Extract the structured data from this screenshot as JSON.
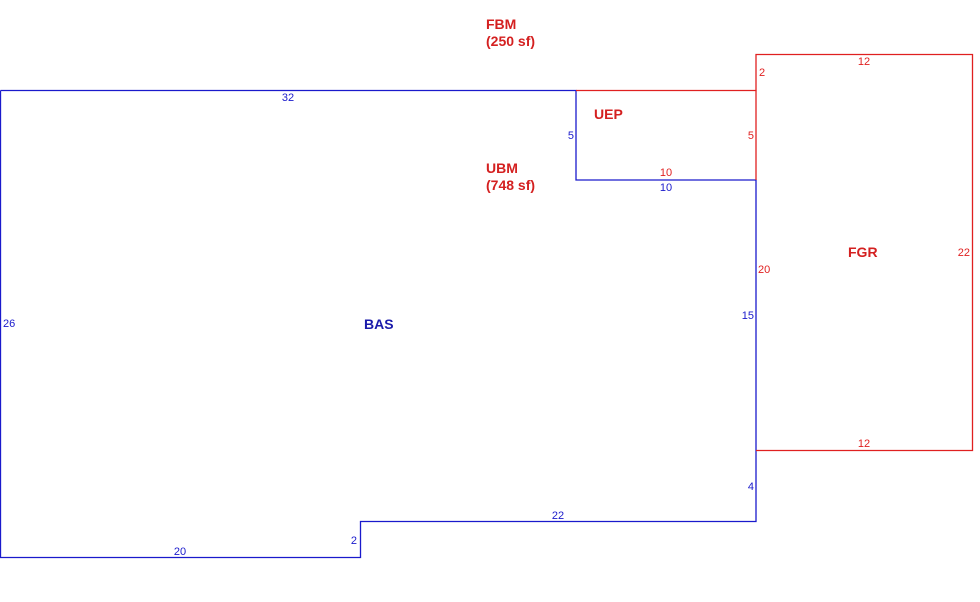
{
  "colors": {
    "blue": "#1a1acc",
    "red": "#e02020"
  },
  "areas": {
    "fbm": {
      "code": "FBM",
      "size": "(250 sf)"
    },
    "ubm": {
      "code": "UBM",
      "size": "(748 sf)"
    },
    "uep": {
      "code": "UEP"
    },
    "bas": {
      "code": "BAS"
    },
    "fgr": {
      "code": "FGR"
    }
  },
  "dimensions": {
    "bas_top": "32",
    "bas_left": "26",
    "bas_bottom_left": "20",
    "bas_step": "2",
    "bas_bottom_right": "22",
    "bas_right_lower": "4",
    "bas_right_upper": "15",
    "bas_notch_side": "5",
    "bas_notch_bottom": "10",
    "uep_bottom": "10",
    "uep_right": "5",
    "fgr_top": "12",
    "fgr_offset": "2",
    "fgr_left": "20",
    "fgr_right": "22",
    "fgr_bottom": "12"
  }
}
